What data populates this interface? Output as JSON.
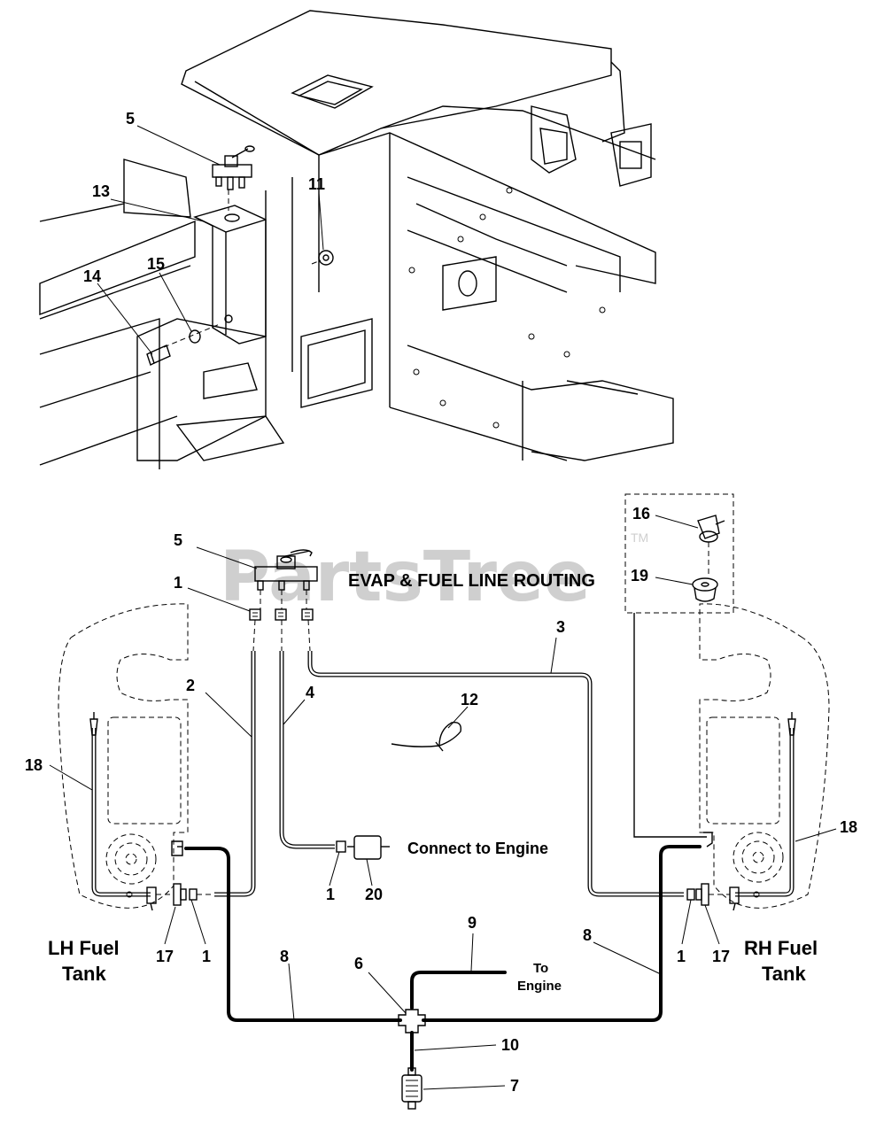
{
  "watermark": {
    "text": "PartsTree",
    "trademark": "TM"
  },
  "headings": {
    "routing": "EVAP & FUEL LINE ROUTING",
    "connect_engine": "Connect to Engine",
    "lh_line1": "LH Fuel",
    "lh_line2": "Tank",
    "rh_line1": "RH Fuel",
    "rh_line2": "Tank",
    "to_line1": "To",
    "to_line2": "Engine"
  },
  "callouts": {
    "top_5": "5",
    "top_13": "13",
    "top_11": "11",
    "top_15": "15",
    "top_14": "14",
    "c5": "5",
    "c1_top": "1",
    "c16": "16",
    "c19": "19",
    "c3": "3",
    "c2": "2",
    "c4": "4",
    "c12": "12",
    "c18_left": "18",
    "c18_right": "18",
    "c1_engine": "1",
    "c20": "20",
    "c9": "9",
    "c8_left": "8",
    "c8_right": "8",
    "c6": "6",
    "c17_left": "17",
    "c1_left": "1",
    "c1_right": "1",
    "c17_right": "17",
    "c10": "10",
    "c7": "7"
  },
  "colors": {
    "line": "#000000",
    "watermark": "#cfcfcf",
    "background": "#ffffff"
  }
}
